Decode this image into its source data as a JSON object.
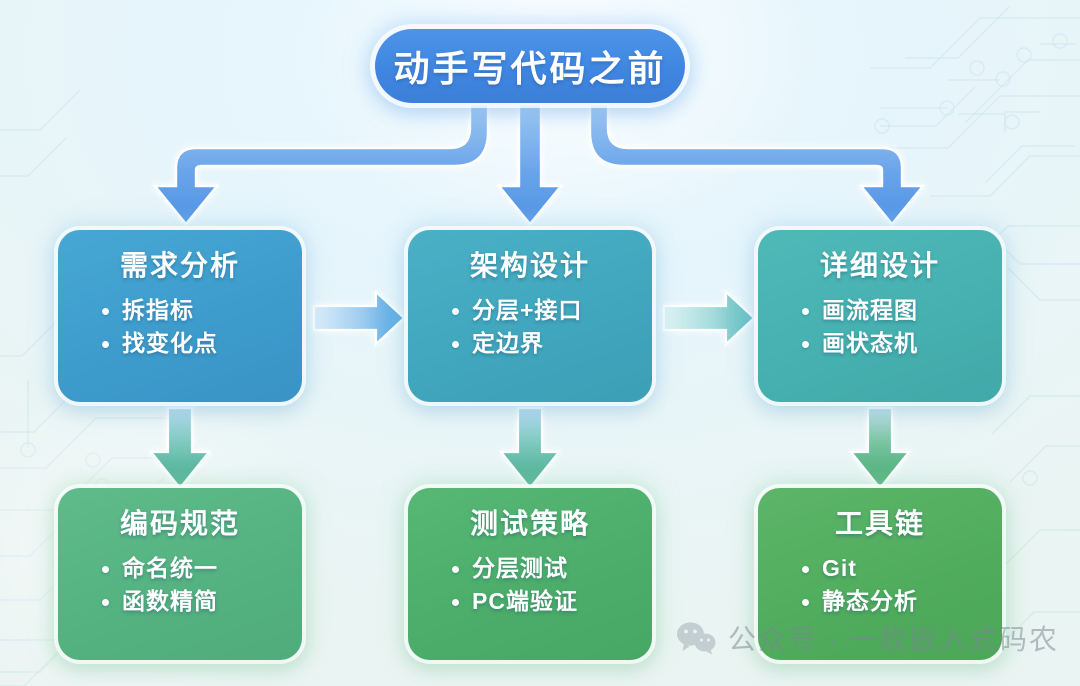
{
  "header": {
    "title": "动手写代码之前"
  },
  "colors": {
    "background": "#e8f5fc",
    "title_pill": "#3f86e0",
    "box_requirement": "#3e9fd0",
    "box_architecture": "#41a8c0",
    "box_detail": "#47b1b2",
    "box_coding": "#55b37f",
    "box_testing": "#4cae6a",
    "box_toolchain": "#52ad5e",
    "arrow_blue": "#5a9ae8",
    "arrow_teal": "#6ec2c4",
    "arrow_green": "#54b08a",
    "circuit_trace": "#cfe4ef",
    "watermark_text": "#8a9aa4"
  },
  "flow": {
    "top_row": [
      {
        "id": "requirement",
        "title": "需求分析",
        "items": [
          "拆指标",
          "找变化点"
        ],
        "color": "#3e9fd0"
      },
      {
        "id": "architecture",
        "title": "架构设计",
        "items": [
          "分层+接口",
          "定边界"
        ],
        "color": "#41a8c0"
      },
      {
        "id": "detail",
        "title": "详细设计",
        "items": [
          "画流程图",
          "画状态机"
        ],
        "color": "#47b1b2"
      }
    ],
    "bottom_row": [
      {
        "id": "coding",
        "title": "编码规范",
        "items": [
          "命名统一",
          "函数精简"
        ],
        "color": "#55b37f"
      },
      {
        "id": "testing",
        "title": "测试策略",
        "items": [
          "分层测试",
          "PC端验证"
        ],
        "color": "#4cae6a"
      },
      {
        "id": "toolchain",
        "title": "工具链",
        "items": [
          "Git",
          "静态分析"
        ],
        "color": "#52ad5e"
      }
    ]
  },
  "watermark": {
    "icon": "wechat-icon",
    "text": "公众号 · 一枚嵌入式码农"
  }
}
